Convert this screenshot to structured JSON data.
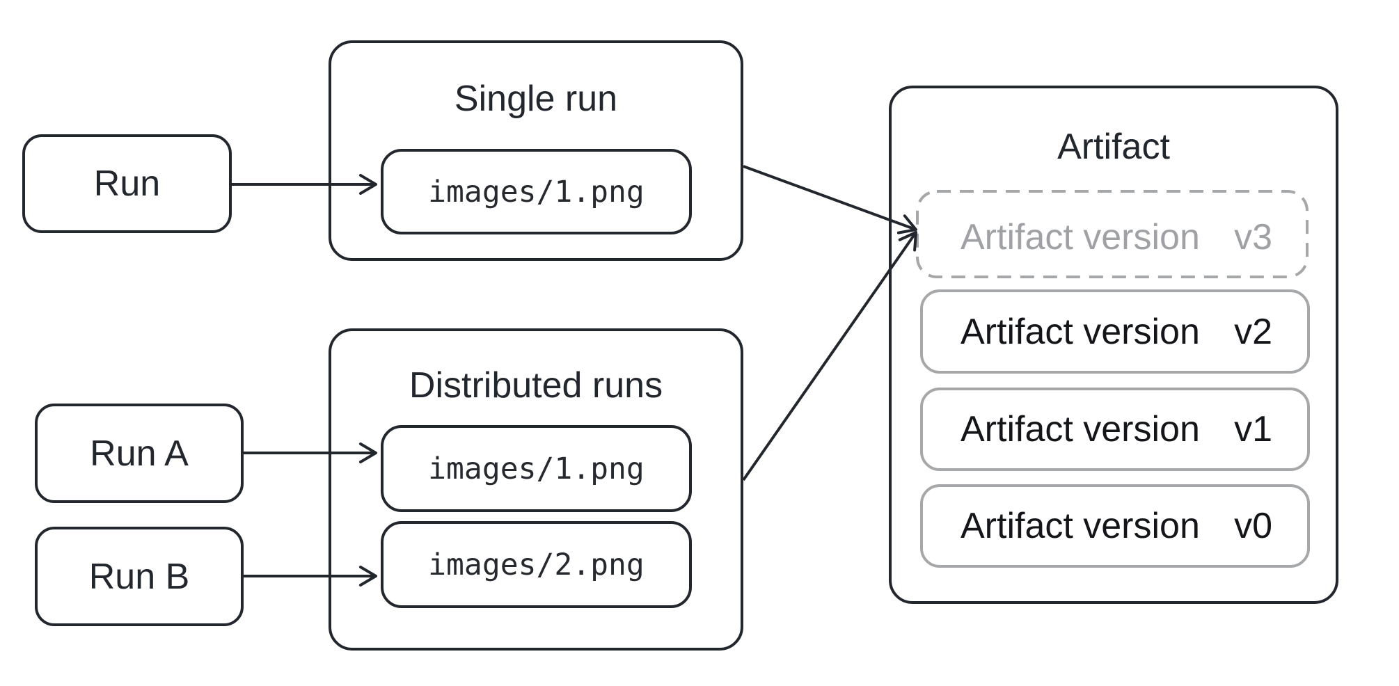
{
  "diagram": {
    "nodes": {
      "run": {
        "label": "Run"
      },
      "run_a": {
        "label": "Run A"
      },
      "run_b": {
        "label": "Run B"
      }
    },
    "single_run": {
      "title": "Single run",
      "file": "images/1.png"
    },
    "distributed_runs": {
      "title": "Distributed runs",
      "file_a": "images/1.png",
      "file_b": "images/2.png"
    },
    "artifact": {
      "title": "Artifact",
      "versions": [
        {
          "label": "Artifact version",
          "tag": "v3",
          "style": "dashed-pending"
        },
        {
          "label": "Artifact version",
          "tag": "v2",
          "style": "solid"
        },
        {
          "label": "Artifact version",
          "tag": "v1",
          "style": "solid"
        },
        {
          "label": "Artifact version",
          "tag": "v0",
          "style": "solid"
        }
      ]
    },
    "colors": {
      "dark_stroke": "#22262d",
      "gray_border": "#a6a7a9",
      "gray_text": "#9fa1a4",
      "background": "#ffffff"
    }
  }
}
